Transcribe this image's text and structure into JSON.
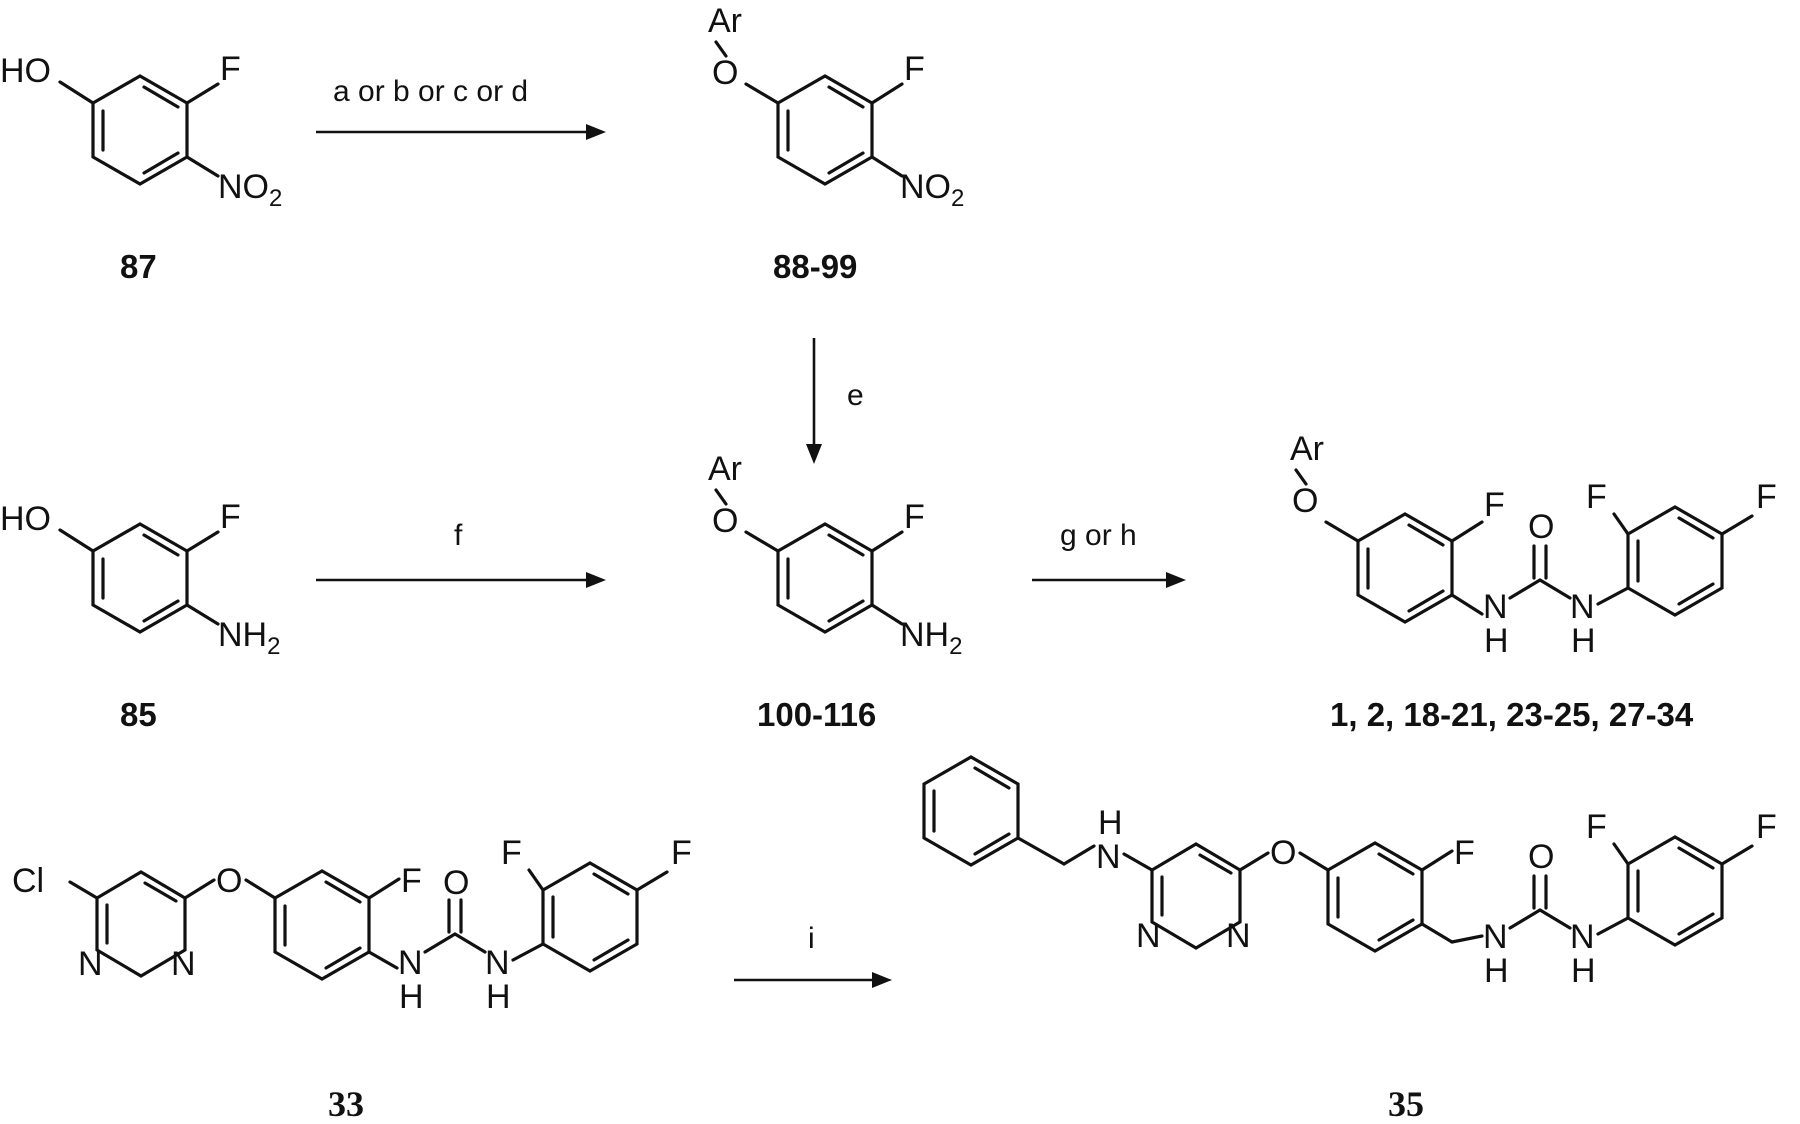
{
  "atoms": {
    "ho": "HO",
    "f": "F",
    "no2_main": "NO",
    "no2_sub": "2",
    "nh2_main": "NH",
    "nh2_sub": "2",
    "ar": "Ar",
    "o": "O",
    "n": "N",
    "h": "H",
    "cl": "Cl"
  },
  "reagents": {
    "step1": "a or b or c or d",
    "step2": "e",
    "step3": "f",
    "step4": "g or h",
    "step5": "i"
  },
  "compounds": {
    "c87": "87",
    "c88_99": "88-99",
    "c85": "85",
    "c100_116": "100-116",
    "c_ureas": "1, 2, 18-21, 23-25, 27-34",
    "c33": "33",
    "c35": "35"
  }
}
